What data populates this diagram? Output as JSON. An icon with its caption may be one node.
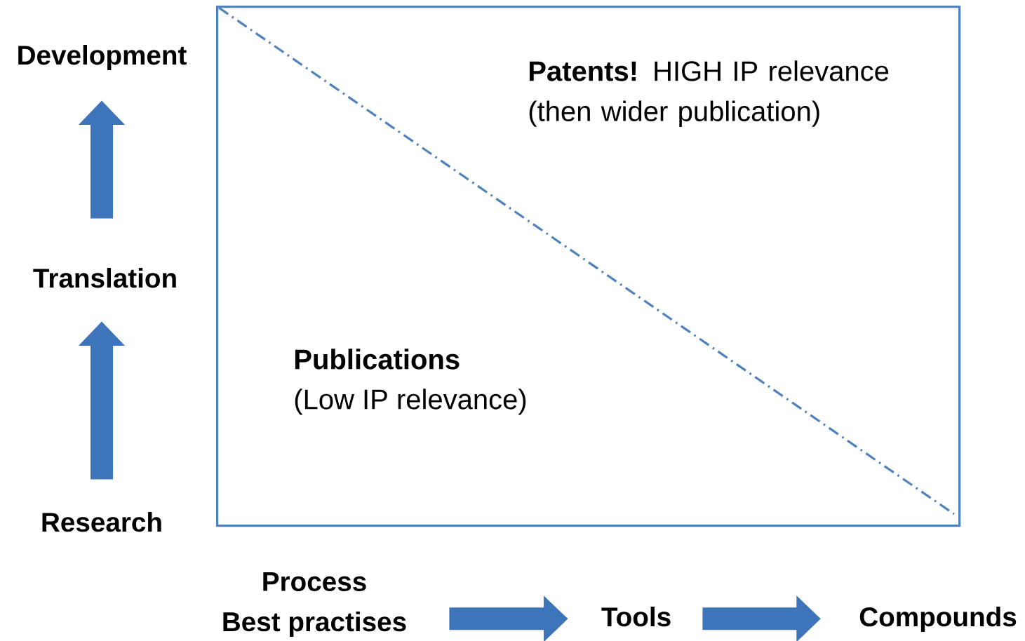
{
  "diagram": {
    "nodes": [
      {
        "text": [
          "Development"
        ]
      },
      {
        "text": [
          "Translation"
        ]
      },
      {
        "text": [
          "Research"
        ]
      },
      {
        "text": [
          "Process",
          "Best practises"
        ]
      },
      {
        "text": [
          "Tools"
        ]
      },
      {
        "text": [
          "Compounds"
        ]
      },
      {
        "text": [
          "**Patents!** HIGH IP relevance (then wider publication)",
          "Publications",
          "(Low IP relevance)"
        ]
      }
    ],
    "edges": [
      {
        "from": 2,
        "to": 1,
        "arrow": "to"
      },
      {
        "from": 1,
        "to": 0,
        "arrow": "to"
      },
      {
        "from": 3,
        "to": 4,
        "arrow": "to"
      },
      {
        "from": 4,
        "to": 5,
        "arrow": "to"
      }
    ]
  }
}
